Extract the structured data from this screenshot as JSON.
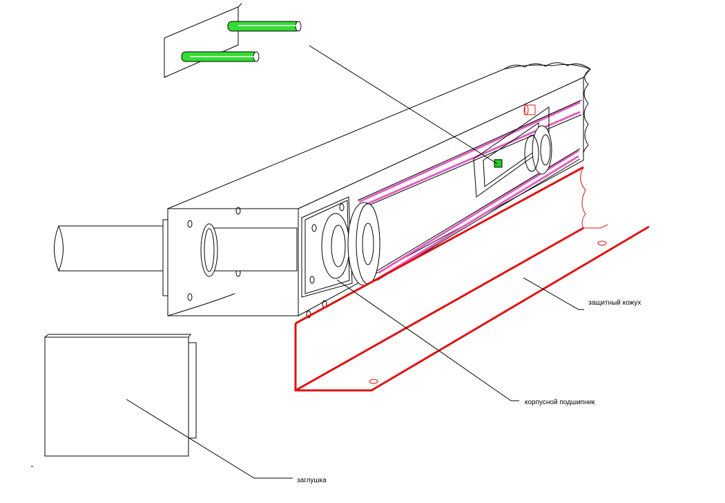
{
  "labels": {
    "guard": "защитный кожух",
    "bearing": "корпусной подшипник",
    "plug": "заглушка"
  },
  "colors": {
    "outline": "#000000",
    "guard": "#e01010",
    "belt": "#e060c0",
    "pins": "#22cc22",
    "background": "#ffffff"
  }
}
